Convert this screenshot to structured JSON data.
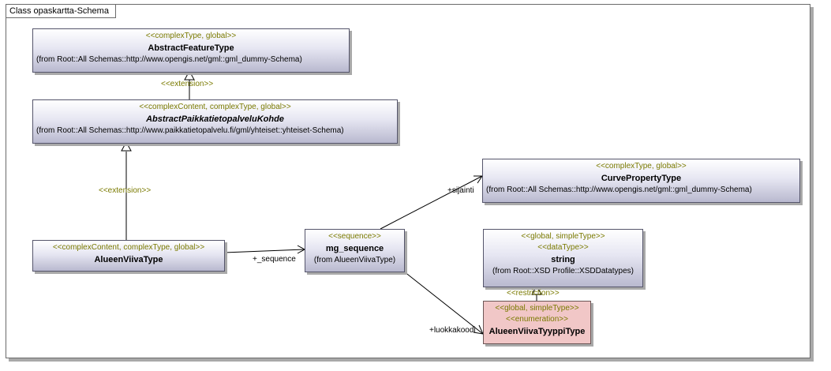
{
  "diagram": {
    "frame_title": "Class opaskartta-Schema"
  },
  "classes": {
    "abstract_feature_type": {
      "stereotype": "<<complexType, global>>",
      "name": "AbstractFeatureType",
      "from": "(from Root::All Schemas::http://www.opengis.net/gml::gml_dummy-Schema)"
    },
    "abstract_paikkatieto": {
      "stereotype": "<<complexContent, complexType, global>>",
      "name": "AbstractPaikkatietopalveluKohde",
      "from": "(from Root::All Schemas::http://www.paikkatietopalvelu.fi/gml/yhteiset::yhteiset-Schema)"
    },
    "alueen_viiva_type": {
      "stereotype": "<<complexContent, complexType, global>>",
      "name": "AlueenViivaType"
    },
    "mg_sequence": {
      "stereotype": "<<sequence>>",
      "name": "mg_sequence",
      "from": "(from AlueenViivaType)"
    },
    "curve_property_type": {
      "stereotype": "<<complexType, global>>",
      "name": "CurvePropertyType",
      "from": "(from Root::All Schemas::http://www.opengis.net/gml::gml_dummy-Schema)"
    },
    "string": {
      "stereotype1": "<<global, simpleType>>",
      "stereotype2": "<<dataType>>",
      "name": "string",
      "from": "(from Root::XSD Profile::XSDDatatypes)"
    },
    "alueen_viiva_tyyppi_type": {
      "stereotype1": "<<global, simpleType>>",
      "stereotype2": "<<enumeration>>",
      "name": "AlueenViivaTyyppiType"
    }
  },
  "relations": {
    "extension_top": "<<extension>>",
    "extension_mid": "<<extension>>",
    "restriction": "<<restriction>>",
    "role_sequence": "+_sequence",
    "role_sijainti": "+sijainti",
    "role_luokkakoodi": "+luokkakoodi"
  },
  "colors": {
    "stereotype_text": "#7a7a00",
    "class_gradient_bottom": "#b9b9cf",
    "enumeration_fill": "#f1c7c7"
  }
}
